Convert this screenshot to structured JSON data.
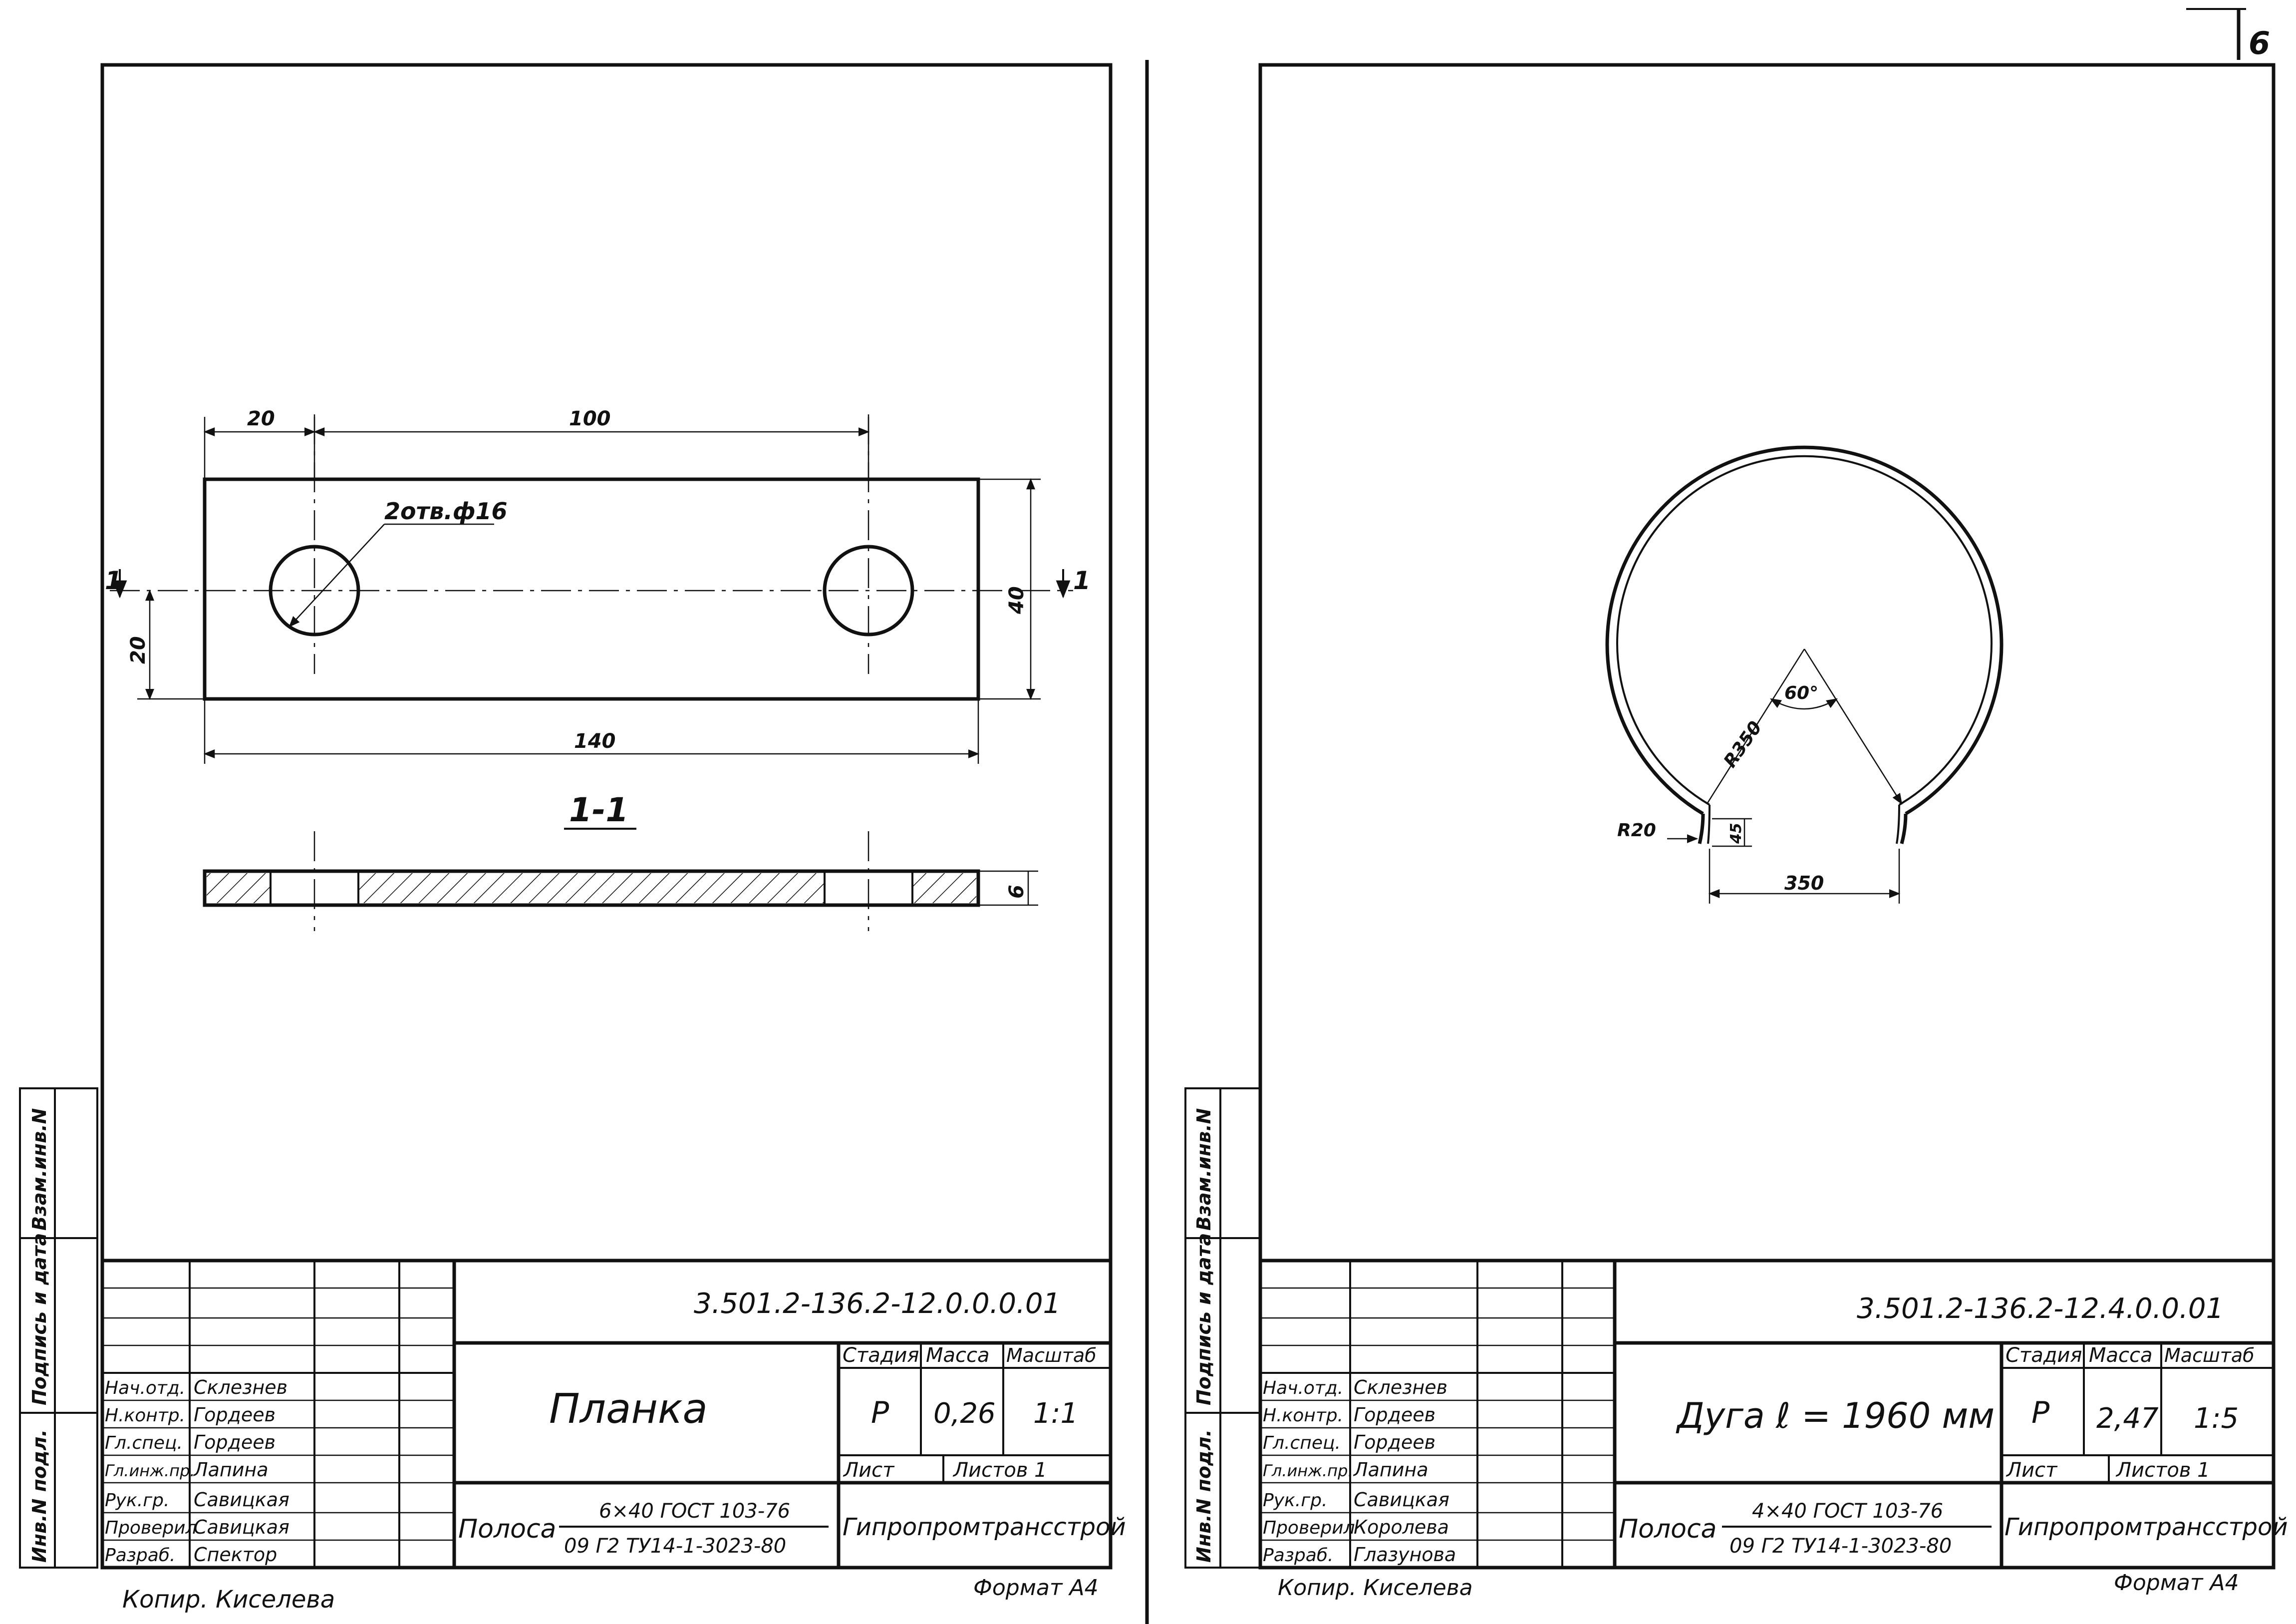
{
  "page_number": "6",
  "left": {
    "side_labels": {
      "vzam": "Взам.инв.N",
      "podpis": "Подпись и дата",
      "inv": "Инв.N подл."
    },
    "dims": {
      "d20": "20",
      "d100": "100",
      "d40": "40",
      "d20v": "20",
      "d140": "140",
      "d6": "6"
    },
    "hole_note": "2отв.ф16",
    "section_marker": "1",
    "section_title": "1-1",
    "title_block": {
      "doc_code": "3.501.2-136.2-12.0.0.0.01",
      "name": "Планка",
      "stage_hdr": "Стадия",
      "mass_hdr": "Масса",
      "scale_hdr": "Масштаб",
      "stage": "Р",
      "mass": "0,26",
      "scale": "1:1",
      "sheet_hdr": "Лист",
      "sheets_hdr": "Листов 1",
      "material_label": "Полоса",
      "material_top": "6×40 ГОСТ 103-76",
      "material_bottom": "09 Г2 ТУ14-1-3023-80",
      "org": "Гипропромтрансстрой",
      "roles": [
        {
          "role": "Нач.отд.",
          "name": "Склезнев"
        },
        {
          "role": "Н.контр.",
          "name": "Гордеев"
        },
        {
          "role": "Гл.спец.",
          "name": "Гордеев"
        },
        {
          "role": "Гл.инж.пр.",
          "name": "Лапина"
        },
        {
          "role": "Рук.гр.",
          "name": "Савицкая"
        },
        {
          "role": "Проверил",
          "name": "Савицкая"
        },
        {
          "role": "Разраб.",
          "name": "Спектор"
        }
      ]
    },
    "copy": "Копир. Киселева",
    "format": "Формат А4"
  },
  "right": {
    "side_labels": {
      "vzam": "Взам.инв.N",
      "podpis": "Подпись и дата",
      "inv": "Инв.N подл."
    },
    "dims": {
      "angle": "60°",
      "r350": "R350",
      "r20": "R20",
      "d45": "45",
      "d350": "350"
    },
    "title_block": {
      "doc_code": "3.501.2-136.2-12.4.0.0.01",
      "name": "Дуга  ℓ = 1960 мм",
      "stage_hdr": "Стадия",
      "mass_hdr": "Масса",
      "scale_hdr": "Масштаб",
      "stage": "Р",
      "mass": "2,47",
      "scale": "1:5",
      "sheet_hdr": "Лист",
      "sheets_hdr": "Листов 1",
      "material_label": "Полоса",
      "material_top": "4×40  ГОСТ 103-76",
      "material_bottom": "09 Г2 ТУ14-1-3023-80",
      "org": "Гипропромтрансстрой",
      "roles": [
        {
          "role": "Нач.отд.",
          "name": "Склезнев"
        },
        {
          "role": "Н.контр.",
          "name": "Гордеев"
        },
        {
          "role": "Гл.спец.",
          "name": "Гордеев"
        },
        {
          "role": "Гл.инж.пр.",
          "name": "Лапина"
        },
        {
          "role": "Рук.гр.",
          "name": "Савицкая"
        },
        {
          "role": "Проверил",
          "name": "Королева"
        },
        {
          "role": "Разраб.",
          "name": "Глазунова"
        }
      ]
    },
    "copy": "Копир. Киселева",
    "format": "Формат А4"
  }
}
